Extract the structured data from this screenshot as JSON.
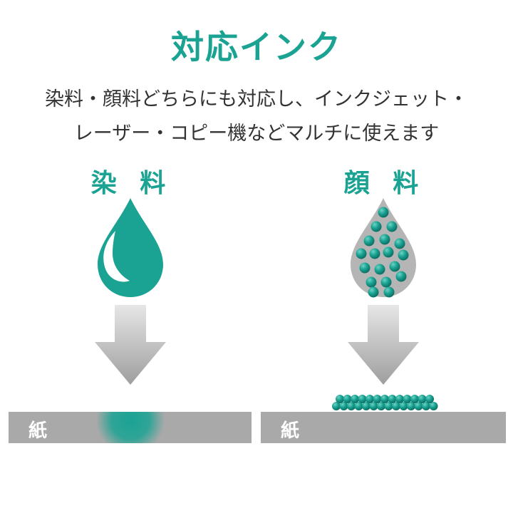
{
  "title": "対応インク",
  "subtitle": {
    "line1": "染料・顔料どちらにも対応し、インクジェット・",
    "line2": "レーザー・コピー機などマルチに使えます"
  },
  "dye": {
    "label": "染 料",
    "paper": "紙"
  },
  "pigment": {
    "label": "顔 料",
    "paper": "紙"
  },
  "colors": {
    "accent": "#1aa393",
    "text": "#333333",
    "arrow": "#b8b8b8",
    "paper": "#a9a9a9",
    "pigment_drop": "#b5b5b5"
  },
  "icons": [
    "ink-drop-icon",
    "pigment-drop-icon",
    "down-arrow-icon"
  ]
}
